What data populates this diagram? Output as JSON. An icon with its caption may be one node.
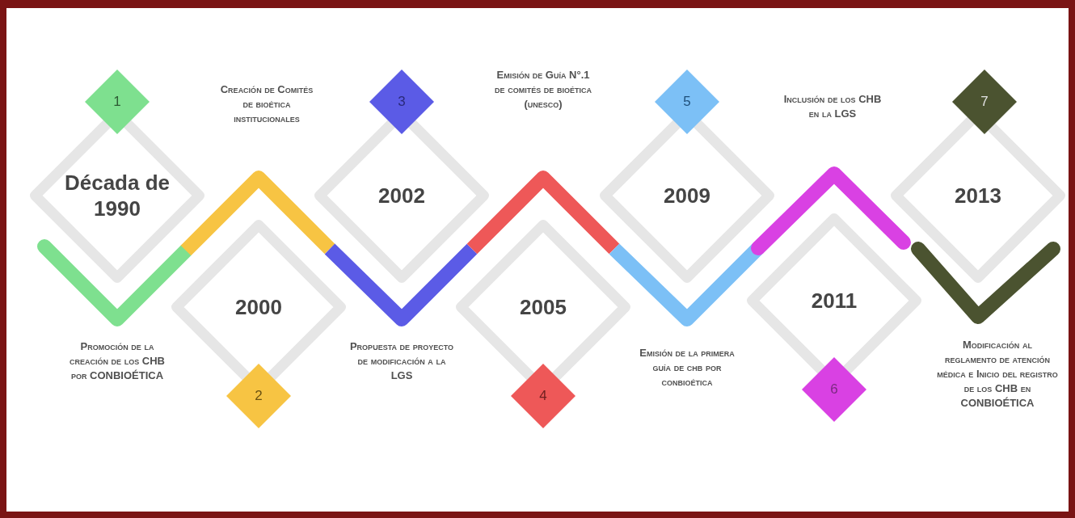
{
  "diagram": {
    "nodes": [
      {
        "text": [
          "1"
        ]
      },
      {
        "text": [
          "Década de 1990"
        ]
      },
      {
        "text": [
          "2"
        ]
      },
      {
        "text": [
          "2000"
        ]
      },
      {
        "text": [
          "3"
        ]
      },
      {
        "text": [
          "2002"
        ]
      },
      {
        "text": [
          "4"
        ]
      },
      {
        "text": [
          "2005"
        ]
      },
      {
        "text": [
          "5"
        ]
      },
      {
        "text": [
          "2009"
        ]
      },
      {
        "text": [
          "6"
        ]
      },
      {
        "text": [
          "2011"
        ]
      },
      {
        "text": [
          "7"
        ]
      },
      {
        "text": [
          "2013"
        ]
      }
    ],
    "labels": [
      "Creación de Comités de bioética institucionales",
      "Emisión de Guía N°.1 de comités de bioética (unesco)",
      "Inclusión de los CHB en la LGS",
      "Promoción de la creación de los CHB por CONBIOÉTICA",
      "Propuesta de proyecto de modificación a la LGS",
      "Emisión de la primera guía de chb por conbioética",
      "Modificación al reglamento de atención médica e Inicio del registro de los CHB en CONBIOÉTICA"
    ]
  }
}
